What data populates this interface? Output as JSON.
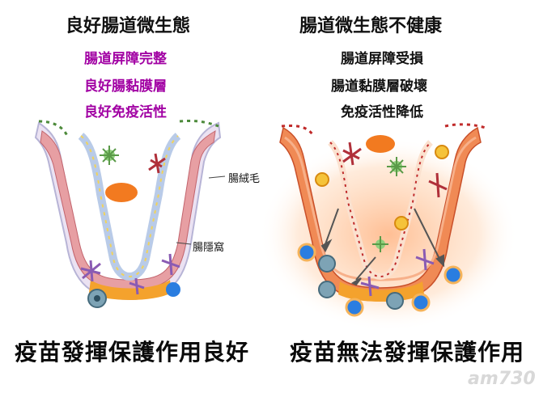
{
  "left": {
    "title": "良好腸道微生態",
    "points": [
      "腸道屏障完整",
      "良好腸黏膜層",
      "良好免疫活性"
    ],
    "label_villi": "腸絨毛",
    "label_crypt": "腸隱窩",
    "caption": "疫苗發揮保護作用良好"
  },
  "right": {
    "title": "腸道微生態不健康",
    "points": [
      "腸道屏障受損",
      "腸道黏膜層破壞",
      "免疫活性降低"
    ],
    "caption": "疫苗無法發揮保護作用"
  },
  "watermark": "am730",
  "colors": {
    "healthy_tissue": "#e79fa3",
    "healthy_mucus": "#b9cbe8",
    "inflamed_tissue": "#f08a55",
    "purple_text": "#a100a3"
  }
}
